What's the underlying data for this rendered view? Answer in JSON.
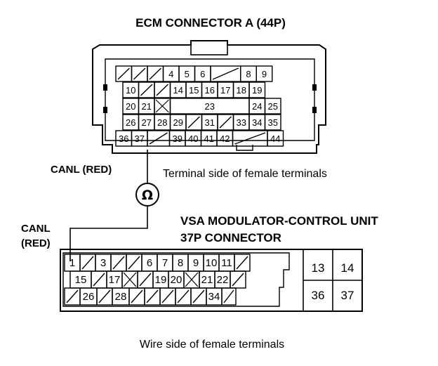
{
  "ecm": {
    "title": "ECM CONNECTOR A (44P)",
    "caption": "Terminal side of female terminals",
    "label": "CANL (RED)",
    "rows": [
      [
        "/",
        "/",
        "/",
        "4",
        "5",
        "6",
        "/",
        "8",
        "9"
      ],
      [
        "10",
        "/",
        "/",
        "14",
        "15",
        "16",
        "17",
        "18",
        "19"
      ],
      [
        "20",
        "21",
        "",
        "X",
        "",
        "23",
        "24",
        "25"
      ],
      [
        "26",
        "27",
        "28",
        "29",
        "/",
        "31",
        "/",
        "33",
        "34",
        "35"
      ],
      [
        "36",
        "37",
        "/",
        "39",
        "40",
        "41",
        "42",
        "/",
        "44"
      ]
    ]
  },
  "meter": {
    "symbol": "Ω"
  },
  "vsa": {
    "title_line1": "VSA MODULATOR-CONTROL UNIT",
    "title_line2": "37P CONNECTOR",
    "label_line1": "CANL",
    "label_line2": "(RED)",
    "caption": "Wire side of female terminals",
    "rows": [
      [
        "1",
        "/",
        "3",
        "/",
        "/",
        "6",
        "7",
        "8",
        "9",
        "10",
        "11",
        "/"
      ],
      [
        "15",
        "/",
        "17",
        "X",
        "/",
        "19",
        "20",
        "X",
        "21",
        "22",
        "/"
      ],
      [
        "/",
        "26",
        "/",
        "28",
        "/",
        "/",
        "/",
        "/",
        "/",
        "34",
        "/"
      ]
    ],
    "side_pins": [
      "13",
      "14",
      "36",
      "37"
    ]
  }
}
